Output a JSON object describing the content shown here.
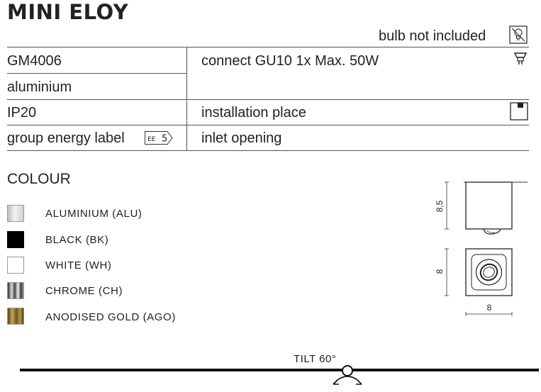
{
  "product": {
    "title": "MINI ELOY"
  },
  "specs": {
    "bulb_note": "bulb not included",
    "code": "GM4006",
    "connect": "connect GU10 1x Max. 50W",
    "material": "aluminium",
    "ip": "IP20",
    "installation": "installation place",
    "energy_label": "group energy label",
    "energy_class": "5",
    "energy_prefix": "EE",
    "inlet": "inlet opening"
  },
  "colour": {
    "heading": "COLOUR",
    "options": [
      {
        "label": "ALUMINIUM (ALU)",
        "color": "#d9d9d9"
      },
      {
        "label": "BLACK (BK)",
        "color": "#000000"
      },
      {
        "label": "WHITE (WH)",
        "color": "#ffffff"
      },
      {
        "label": "CHROME (CH)",
        "color": "#8a8a8a"
      },
      {
        "label": "ANODISED GOLD (AGO)",
        "color": "#8a6d2c"
      }
    ]
  },
  "dimensions": {
    "height": "8,5",
    "depth": "8",
    "width": "8"
  },
  "tilt": {
    "label": "TILT 60°"
  },
  "icons": [
    "bulb-crossed-icon",
    "gu10-socket-icon",
    "ceiling-mount-icon",
    "tilt-arrows-icon"
  ]
}
